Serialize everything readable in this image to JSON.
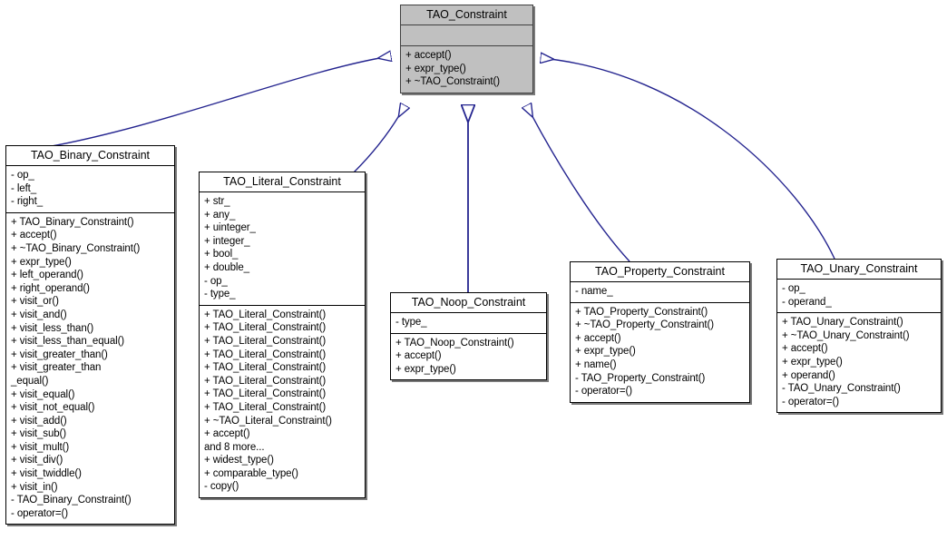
{
  "diagram": {
    "type": "uml-class-inheritance",
    "title_visible": false,
    "colors": {
      "edge": "#24248f",
      "base_class_fill": "#c0c0c0",
      "box_fill": "#ffffff",
      "border": "#000000",
      "text": "#000000"
    }
  },
  "classes": [
    {
      "id": "tao_constraint",
      "name": "TAO_Constraint",
      "shaded": true,
      "attributes": [],
      "methods": [
        "+ accept()",
        "+ expr_type()",
        "+ ~TAO_Constraint()"
      ]
    },
    {
      "id": "tao_binary_constraint",
      "name": "TAO_Binary_Constraint",
      "shaded": false,
      "attributes": [
        "- op_",
        "- left_",
        "- right_"
      ],
      "methods": [
        "+ TAO_Binary_Constraint()",
        "+ accept()",
        "+ ~TAO_Binary_Constraint()",
        "+ expr_type()",
        "+ left_operand()",
        "+ right_operand()",
        "+ visit_or()",
        "+ visit_and()",
        "+ visit_less_than()",
        "+ visit_less_than_equal()",
        "+ visit_greater_than()",
        "+ visit_greater_than",
        "_equal()",
        "+ visit_equal()",
        "+ visit_not_equal()",
        "+ visit_add()",
        "+ visit_sub()",
        "+ visit_mult()",
        "+ visit_div()",
        "+ visit_twiddle()",
        "+ visit_in()",
        "- TAO_Binary_Constraint()",
        "- operator=()"
      ]
    },
    {
      "id": "tao_literal_constraint",
      "name": "TAO_Literal_Constraint",
      "shaded": false,
      "attributes": [
        "+ str_",
        "+ any_",
        "+ uinteger_",
        "+ integer_",
        "+ bool_",
        "+ double_",
        "- op_",
        "- type_"
      ],
      "methods": [
        "+ TAO_Literal_Constraint()",
        "+ TAO_Literal_Constraint()",
        "+ TAO_Literal_Constraint()",
        "+ TAO_Literal_Constraint()",
        "+ TAO_Literal_Constraint()",
        "+ TAO_Literal_Constraint()",
        "+ TAO_Literal_Constraint()",
        "+ TAO_Literal_Constraint()",
        "+ ~TAO_Literal_Constraint()",
        "+ accept()",
        "and 8 more...",
        "+ widest_type()",
        "+ comparable_type()",
        "- copy()"
      ]
    },
    {
      "id": "tao_noop_constraint",
      "name": "TAO_Noop_Constraint",
      "shaded": false,
      "attributes": [
        "- type_"
      ],
      "methods": [
        "+ TAO_Noop_Constraint()",
        "+ accept()",
        "+ expr_type()"
      ]
    },
    {
      "id": "tao_property_constraint",
      "name": "TAO_Property_Constraint",
      "shaded": false,
      "attributes": [
        "- name_"
      ],
      "methods": [
        "+ TAO_Property_Constraint()",
        "+ ~TAO_Property_Constraint()",
        "+ accept()",
        "+ expr_type()",
        "+ name()",
        "- TAO_Property_Constraint()",
        "- operator=()"
      ]
    },
    {
      "id": "tao_unary_constraint",
      "name": "TAO_Unary_Constraint",
      "shaded": false,
      "attributes": [
        "- op_",
        "- operand_"
      ],
      "methods": [
        "+ TAO_Unary_Constraint()",
        "+ ~TAO_Unary_Constraint()",
        "+ accept()",
        "+ expr_type()",
        "+ operand()",
        "- TAO_Unary_Constraint()",
        "- operator=()"
      ]
    }
  ],
  "relationships": [
    {
      "from": "tao_binary_constraint",
      "to": "tao_constraint",
      "kind": "inheritance"
    },
    {
      "from": "tao_literal_constraint",
      "to": "tao_constraint",
      "kind": "inheritance"
    },
    {
      "from": "tao_noop_constraint",
      "to": "tao_constraint",
      "kind": "inheritance"
    },
    {
      "from": "tao_property_constraint",
      "to": "tao_constraint",
      "kind": "inheritance"
    },
    {
      "from": "tao_unary_constraint",
      "to": "tao_constraint",
      "kind": "inheritance"
    }
  ]
}
